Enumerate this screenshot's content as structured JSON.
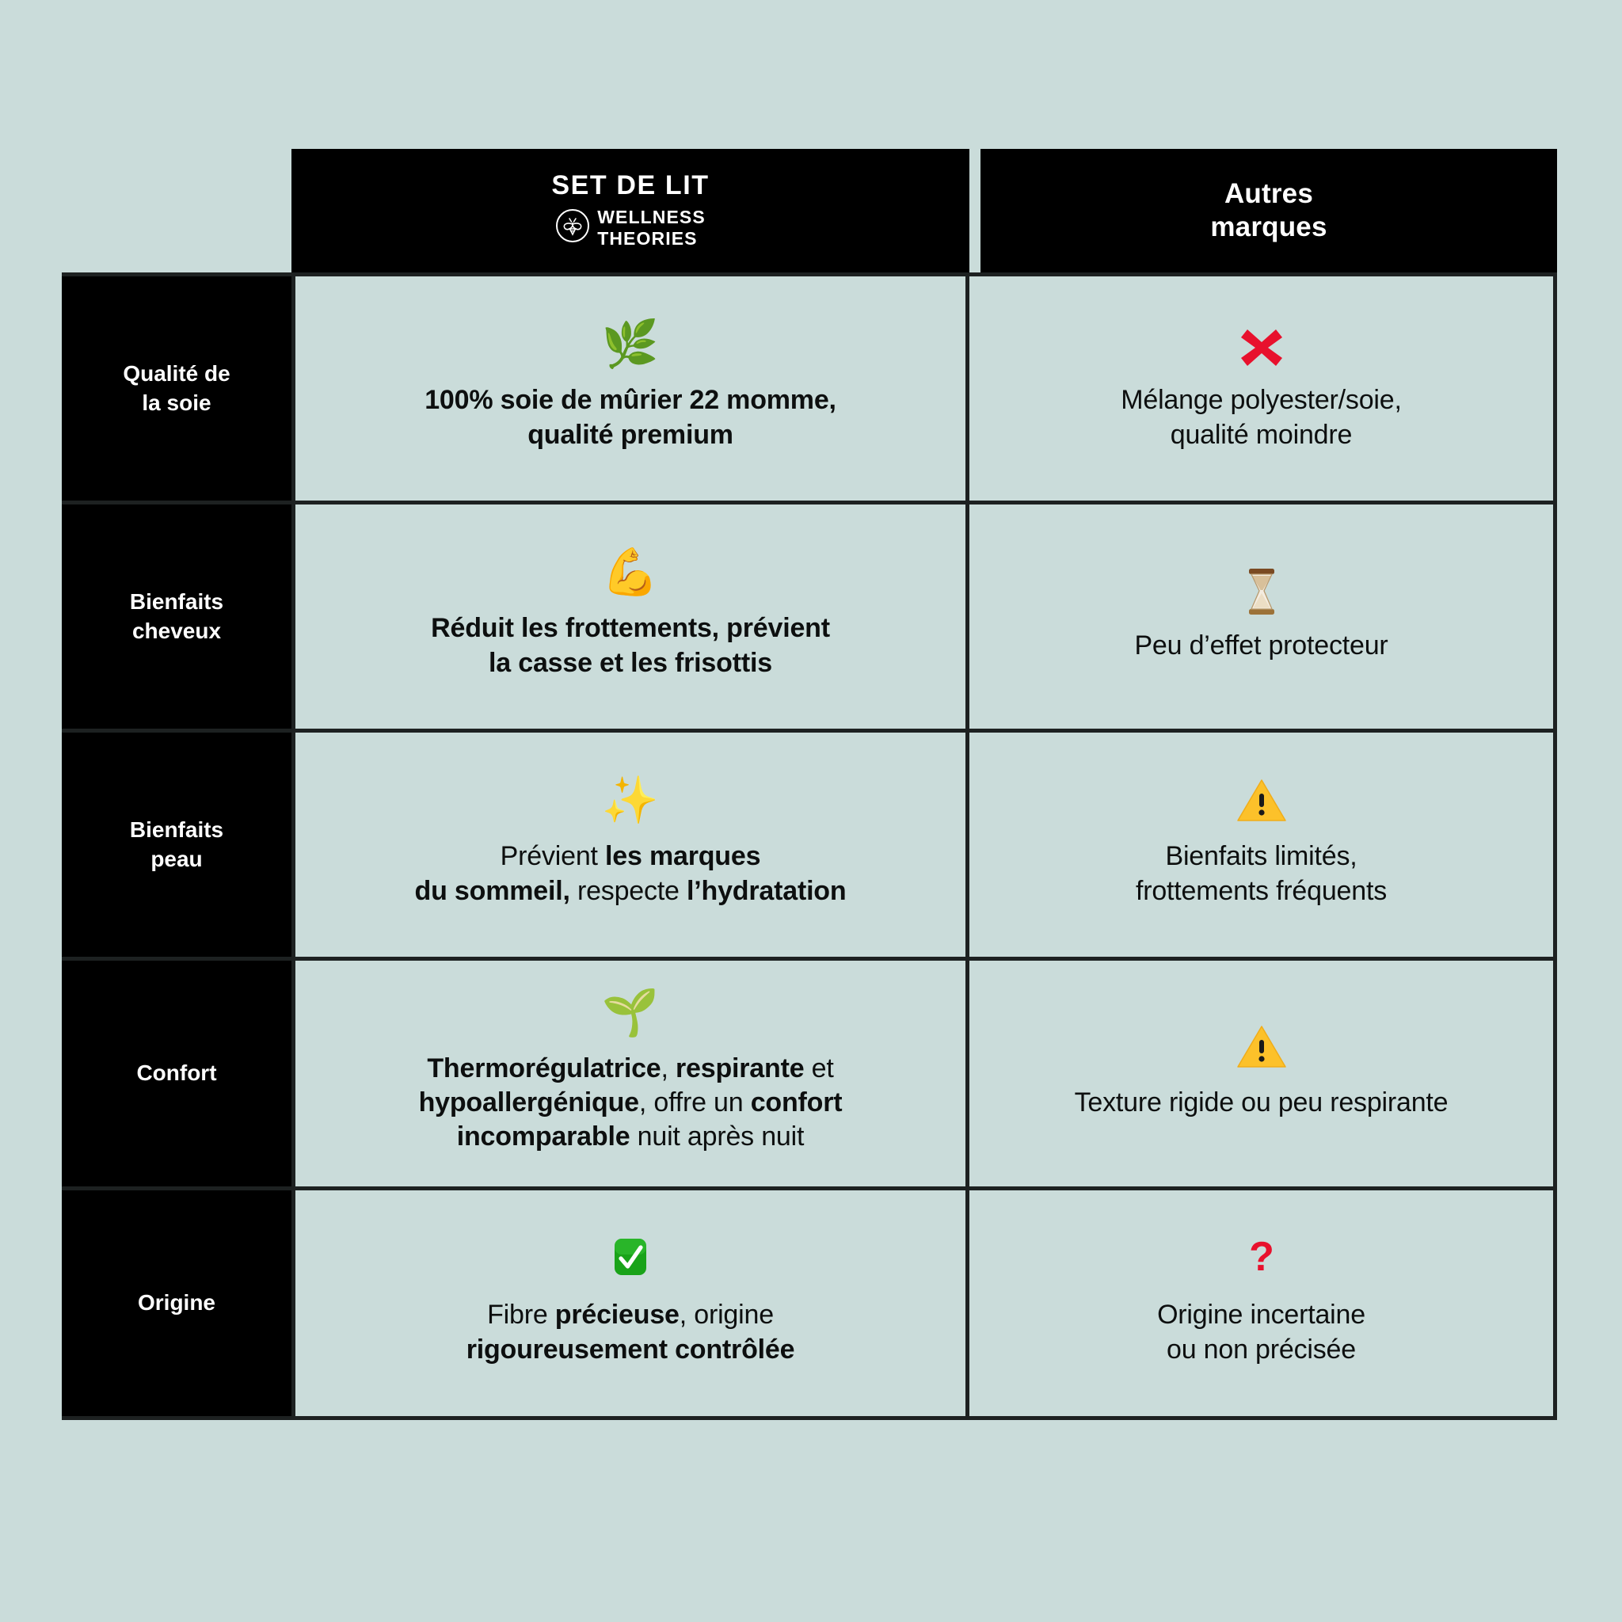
{
  "background_color": "#cadcda",
  "ink_color": "#1d2121",
  "header": {
    "brand": {
      "eyebrow": "SET DE LIT",
      "name_line1": "WELLNESS",
      "name_line2": "THEORIES",
      "logo_icon": "bee-emblem-icon"
    },
    "other": {
      "line1": "Autres",
      "line2": "marques"
    }
  },
  "rows": [
    {
      "label": "Qualité de\nla soie",
      "label_line1": "Qualité de",
      "label_line2": "la soie",
      "brand": {
        "icon": "herb-leaf-emoji",
        "icon_glyph": "🌿",
        "bold": true,
        "text": "100% soie de mûrier 22 momme, qualité premium",
        "segments": [
          {
            "text": "100% soie de mûrier 22 momme,",
            "bold": true
          },
          {
            "text": "qualité premium",
            "bold": true
          }
        ]
      },
      "other": {
        "icon": "red-cross-mark-emoji",
        "icon_glyph": "❌",
        "bold": false,
        "text": "Mélange polyester/soie, qualité moindre",
        "line1": "Mélange polyester/soie,",
        "line2": "qualité moindre"
      }
    },
    {
      "label_line1": "Bienfaits",
      "label_line2": "cheveux",
      "brand": {
        "icon": "flexed-biceps-emoji",
        "icon_glyph": "💪",
        "bold": true,
        "text": "Réduit les frottements, prévient la casse et les frisottis",
        "line1": "Réduit les frottements, prévient",
        "line2": "la casse et les frisottis"
      },
      "other": {
        "icon": "hourglass-emoji",
        "icon_glyph": "⌛",
        "bold": false,
        "text": "Peu d’effet protecteur"
      }
    },
    {
      "label_line1": "Bienfaits",
      "label_line2": "peau",
      "brand": {
        "icon": "sparkles-emoji",
        "icon_glyph": "✨",
        "text": "Prévient les marques du sommeil, respecte l’hydratation",
        "rich_line1": "Prévient <b>les marques</b>",
        "rich_line2": "<b>du sommeil,</b> respecte <b>l’hydratation</b>"
      },
      "other": {
        "icon": "warning-triangle-emoji",
        "icon_glyph": "⚠️",
        "bold": false,
        "text": "Bienfaits limités, frottements fréquents",
        "line1": "Bienfaits limités,",
        "line2": "frottements fréquents"
      }
    },
    {
      "label_line1": "Confort",
      "label_line2": "",
      "brand": {
        "icon": "seedling-emoji",
        "icon_glyph": "🌱",
        "text": "Thermorégulatrice, respirante et hypoallergénique, offre un confort incomparable nuit après nuit",
        "rich_line1": "<b>Thermorégulatrice</b>, <b>respirante</b> et",
        "rich_line2": "<b>hypoallergénique</b>, offre un <b>confort</b>",
        "rich_line3": "<b>incomparable</b> nuit après nuit"
      },
      "other": {
        "icon": "warning-triangle-emoji",
        "icon_glyph": "⚠️",
        "bold": false,
        "text": "Texture rigide ou peu respirante"
      }
    },
    {
      "label_line1": "Origine",
      "label_line2": "",
      "brand": {
        "icon": "white-check-mark-emoji",
        "icon_glyph": "✅",
        "text": "Fibre précieuse, origine rigoureusement contrôlée",
        "rich_line1": "Fibre <b>précieuse</b>, origine",
        "rich_line2": "<b>rigoureusement contrôlée</b>"
      },
      "other": {
        "icon": "red-question-mark-emoji",
        "icon_glyph": "❓",
        "bold": false,
        "text": "Origine incertaine ou non précisée",
        "line1": "Origine incertaine",
        "line2": "ou non précisée"
      }
    }
  ]
}
